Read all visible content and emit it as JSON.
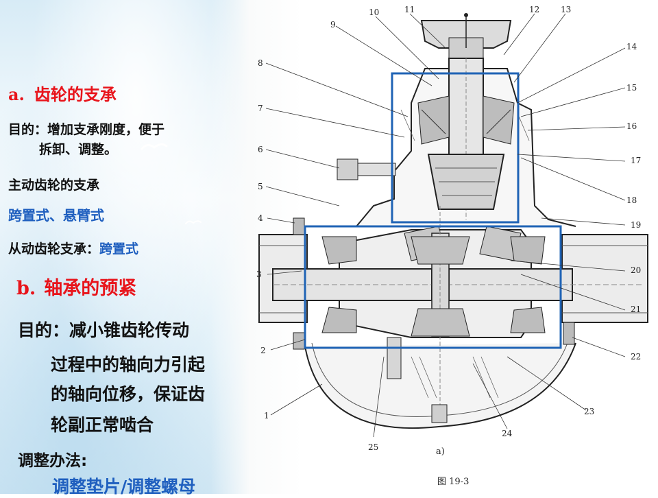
{
  "section_a": {
    "number": "a.",
    "title": "齿轮的支承",
    "purpose_line1": "目的：增加支承刚度，便于",
    "purpose_line2": "拆卸、调整。",
    "drive_gear_label": "主动齿轮的支承",
    "drive_gear_types": "跨置式、悬臂式",
    "driven_gear_label": "从动齿轮支承：",
    "driven_gear_type": "跨置式"
  },
  "section_b": {
    "number": "b.",
    "title": "轴承的预紧",
    "purpose_lines": [
      "目的：减小锥齿轮传动",
      "过程中的轴向力引起",
      "的轴向位移，保证齿",
      "轮副正常啮合"
    ],
    "method_label": "调整办法:",
    "method_value": "调整垫片/调整螺母"
  },
  "figure": {
    "callouts": [
      "1",
      "2",
      "3",
      "4",
      "5",
      "6",
      "7",
      "8",
      "9",
      "10",
      "11",
      "12",
      "13",
      "14",
      "15",
      "16",
      "17",
      "18",
      "19",
      "20",
      "21",
      "22",
      "23",
      "24",
      "25"
    ],
    "subfigure_label": "a)",
    "caption": "图  19-3"
  },
  "colors": {
    "heading_red": "#e8141b",
    "highlight_blue": "#1f5fbf",
    "box_blue": "#1f63b5",
    "body_text": "#111111"
  }
}
